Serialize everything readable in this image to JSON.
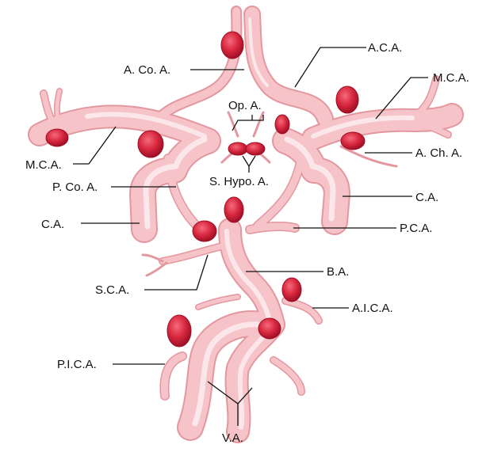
{
  "colors": {
    "vessel": "#f6c3c8",
    "vessel_edge": "#e3979f",
    "vessel_highlight": "#fdeef0",
    "aneurysm": "#d8283f",
    "aneurysm_dark": "#a8122a",
    "text": "#111111"
  },
  "labels": {
    "aca": "A.C.A.",
    "acoa": "A. Co. A.",
    "mca_right": "M.C.A.",
    "mca_left": "M.C.A.",
    "opa": "Op. A.",
    "acha": "A. Ch. A.",
    "shypoa": "S. Hypo. A.",
    "pcoa": "P. Co. A.",
    "ca_right": "C.A.",
    "ca_left": "C.A.",
    "pca": "P.C.A.",
    "ba": "B.A.",
    "sca": "S.C.A.",
    "aica": "A.I.C.A.",
    "pica": "P.I.C.A.",
    "va": "V.A."
  }
}
